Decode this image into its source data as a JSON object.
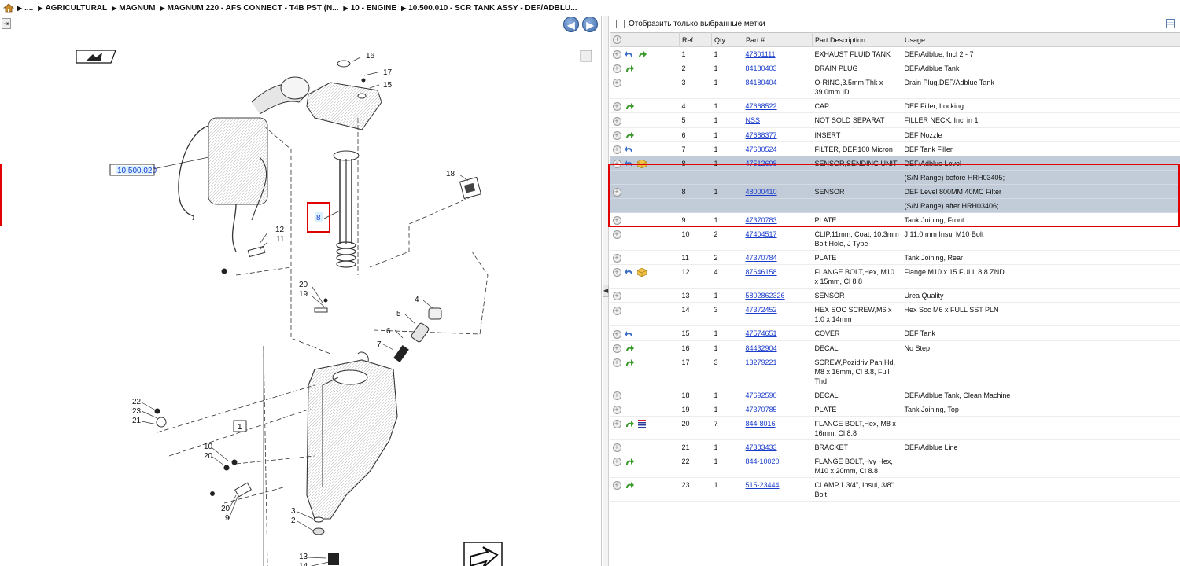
{
  "breadcrumb": {
    "items": [
      "....",
      "AGRICULTURAL",
      "MAGNUM",
      "MAGNUM 220 - AFS CONNECT - T4B PST (N...",
      "10 - ENGINE",
      "10.500.010 - SCR TANK ASSY - DEF/ADBLU..."
    ]
  },
  "filter": {
    "label": "Отобразить только выбранные метки"
  },
  "table": {
    "headers": {
      "ref": "Ref",
      "qty": "Qty",
      "part": "Part #",
      "desc": "Part Description",
      "usage": "Usage"
    },
    "rows": [
      {
        "icons": [
          "reuse-arrow-icon",
          "forward-arrow-icon"
        ],
        "ref": "1",
        "qty": "1",
        "part": "47801111",
        "desc": "EXHAUST FLUID TANK",
        "usage": "DEF/Adblue;  Incl 2 - 7"
      },
      {
        "icons": [
          "forward-arrow-icon"
        ],
        "ref": "2",
        "qty": "1",
        "part": "84180403",
        "desc": "DRAIN PLUG",
        "usage": "DEF/Adblue Tank"
      },
      {
        "icons": [],
        "ref": "3",
        "qty": "1",
        "part": "84180404",
        "desc": "O-RING,3.5mm Thk x 39.0mm ID",
        "usage": "Drain Plug,DEF/Adblue Tank"
      },
      {
        "icons": [
          "forward-arrow-icon"
        ],
        "ref": "4",
        "qty": "1",
        "part": "47668522",
        "desc": "CAP",
        "usage": "DEF Filler, Locking"
      },
      {
        "icons": [],
        "ref": "5",
        "qty": "1",
        "part": "NSS",
        "desc": "NOT SOLD SEPARAT",
        "usage": "FILLER NECK, Incl in 1"
      },
      {
        "icons": [
          "forward-arrow-icon"
        ],
        "ref": "6",
        "qty": "1",
        "part": "47688377",
        "desc": "INSERT",
        "usage": "DEF Nozzle"
      },
      {
        "icons": [
          "reuse-arrow-icon"
        ],
        "ref": "7",
        "qty": "1",
        "part": "47680524",
        "desc": "FILTER, DEF,100 Micron",
        "usage": "DEF Tank Filler"
      },
      {
        "icons": [
          "reuse-arrow-icon",
          "package-icon"
        ],
        "ref": "8",
        "qty": "1",
        "part": "47512698",
        "desc": "SENSOR,SENDING UNIT",
        "usage": "DEF/Adblue Level",
        "sel": true
      },
      {
        "note": true,
        "usage": "(S/N Range) before HRH03405;",
        "sel": true
      },
      {
        "icons": [],
        "ref": "8",
        "qty": "1",
        "part": "48000410",
        "desc": "SENSOR",
        "usage": "DEF Level 800MM 40MC Filter",
        "sel": true
      },
      {
        "note": true,
        "usage": "(S/N Range) after HRH03406;",
        "sel": true
      },
      {
        "icons": [],
        "ref": "9",
        "qty": "1",
        "part": "47370783",
        "desc": "PLATE",
        "usage": "Tank Joining, Front"
      },
      {
        "icons": [],
        "ref": "10",
        "qty": "2",
        "part": "47404517",
        "desc": "CLIP,11mm, Coat, 10.3mm Bolt Hole, J Type",
        "usage": "J 11.0 mm Insul M10 Bolt"
      },
      {
        "icons": [],
        "ref": "11",
        "qty": "2",
        "part": "47370784",
        "desc": "PLATE",
        "usage": "Tank Joining, Rear"
      },
      {
        "icons": [
          "reuse-arrow-icon",
          "package-icon"
        ],
        "ref": "12",
        "qty": "4",
        "part": "87646158",
        "desc": "FLANGE BOLT,Hex, M10 x 15mm, Cl 8.8",
        "usage": "Flange M10 x 15 FULL 8.8 ZND"
      },
      {
        "icons": [],
        "ref": "13",
        "qty": "1",
        "part": "5802862326",
        "desc": "SENSOR",
        "usage": "Urea Quality"
      },
      {
        "icons": [],
        "ref": "14",
        "qty": "3",
        "part": "47372452",
        "desc": "HEX SOC SCREW,M6 x 1.0 x 14mm",
        "usage": "Hex Soc M6 x FULL SST PLN"
      },
      {
        "icons": [
          "reuse-arrow-icon"
        ],
        "ref": "15",
        "qty": "1",
        "part": "47574651",
        "desc": "COVER",
        "usage": "DEF Tank"
      },
      {
        "icons": [
          "forward-arrow-icon"
        ],
        "ref": "16",
        "qty": "1",
        "part": "84432904",
        "desc": "DECAL",
        "usage": "No Step"
      },
      {
        "icons": [
          "forward-arrow-icon"
        ],
        "ref": "17",
        "qty": "3",
        "part": "13279221",
        "desc": "SCREW,Pozidriv Pan Hd, M8 x 16mm, Cl 8.8, Full Thd",
        "usage": ""
      },
      {
        "icons": [],
        "ref": "18",
        "qty": "1",
        "part": "47692590",
        "desc": "DECAL",
        "usage": "DEF/Adblue Tank, Clean Machine"
      },
      {
        "icons": [],
        "ref": "19",
        "qty": "1",
        "part": "47370785",
        "desc": "PLATE",
        "usage": "Tank Joining, Top"
      },
      {
        "icons": [
          "forward-arrow-icon",
          "list-icon"
        ],
        "ref": "20",
        "qty": "7",
        "part": "844-8016",
        "desc": "FLANGE BOLT,Hex, M8 x 16mm, Cl 8.8",
        "usage": ""
      },
      {
        "icons": [],
        "ref": "21",
        "qty": "1",
        "part": "47383433",
        "desc": "BRACKET",
        "usage": "DEF/Adblue Line"
      },
      {
        "icons": [
          "forward-arrow-icon"
        ],
        "ref": "22",
        "qty": "1",
        "part": "844-10020",
        "desc": "FLANGE BOLT,Hvy Hex, M10 x 20mm, Cl 8.8",
        "usage": ""
      },
      {
        "icons": [
          "forward-arrow-icon"
        ],
        "ref": "23",
        "qty": "1",
        "part": "515-23444",
        "desc": "CLAMP,1 3/4\", Insul, 3/8\" Bolt",
        "usage": ""
      }
    ]
  },
  "diagram": {
    "ref_box_label": "10.500.020",
    "assembly_label": "1",
    "selected_label": "8",
    "callouts": {
      "c16": "16",
      "c17": "17",
      "c15": "15",
      "c18": "18",
      "c12": "12",
      "c11": "11",
      "c20a": "20",
      "c19": "19",
      "c4": "4",
      "c5": "5",
      "c6": "6",
      "c7": "7",
      "c22": "22",
      "c23": "23",
      "c21": "21",
      "c10": "10",
      "c20b": "20",
      "c20c": "20",
      "c9": "9",
      "c3": "3",
      "c2": "2",
      "c13": "13",
      "c14": "14"
    }
  },
  "colors": {
    "selection_frame": "#e00000",
    "selected_row": "#c2ccd8",
    "link": "#1a3dcc"
  }
}
